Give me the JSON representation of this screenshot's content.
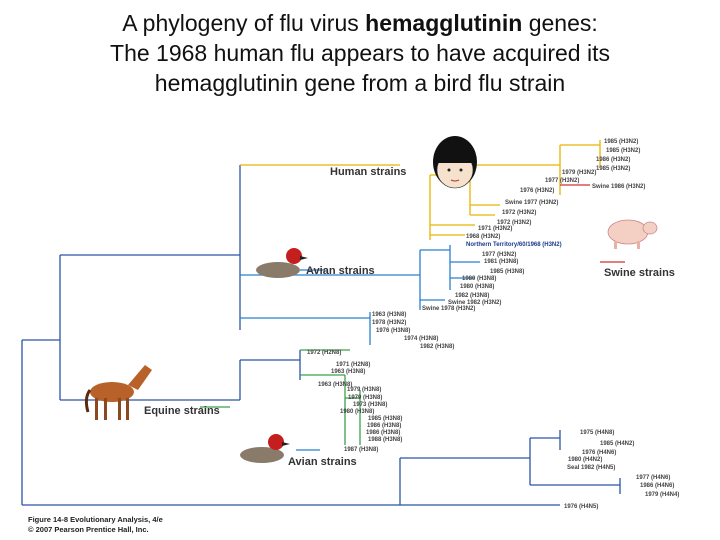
{
  "title": {
    "line1_pre": "A phylogeny of flu virus ",
    "line1_bold": "hemagglutinin",
    "line1_post": " genes:",
    "line2": "The 1968 human flu appears to have acquired its",
    "line3": "hemagglutinin gene from a bird flu strain"
  },
  "groups": {
    "human": "Human strains",
    "avian1": "Avian strains",
    "swine": "Swine strains",
    "equine": "Equine strains",
    "avian2": "Avian strains"
  },
  "colors": {
    "human": "#e8b400",
    "avian": "#2a7fd0",
    "swine": "#d23030",
    "equine": "#3aa04a",
    "other": "#2a55a8",
    "hk": "#1a3a8a"
  },
  "leaves": {
    "human": [
      "1985 (H3N2)",
      "1985 (H3N2)",
      "1986 (H3N2)",
      "1985 (H3N2)",
      "1979 (H3N2)",
      "1977 (H3N2)",
      "1976 (H3N2)",
      "Swine 1977 (H3N2)",
      "1972 (H3N2)",
      "1972 (H3N2)",
      "1971 (H3N2)",
      "1968 (H3N2)"
    ],
    "swine_right": "Swine 1986 (H3N2)",
    "hk": "Northern Territory/60/1968 (H3N2)",
    "avian1": [
      "1977 (H3N2)",
      "1981 (H3N8)",
      "1985 (H3N8)",
      "1980 (H3N8)",
      "1980 (H3N8)",
      "1982 (H3N8)",
      "Swine 1982 (H3N2)",
      "Swine 1978 (H3N2)"
    ],
    "mid": [
      "1963 (H3N8)",
      "1978 (H3N2)",
      "1976 (H3N8)",
      "1974 (H3N8)",
      "1982 (H3N8)"
    ],
    "equine": [
      "1972 (H2N8)",
      "1971 (H2N8)",
      "1963 (H3N8)",
      "1963 (H3N8)",
      "1979 (H3N8)",
      "1979 (H3N8)",
      "1973 (H3N8)",
      "1980 (H3N8)",
      "1985 (H3N8)",
      "1986 (H3N8)",
      "1986 (H3N8)",
      "1988 (H3N8)",
      "1987 (H3N8)"
    ],
    "avian2": [
      "1975 (H4N8)",
      "1985 (H4N2)",
      "1976 (H4N6)",
      "1980 (H4N2)",
      "Seal 1982 (H4N5)",
      "1977 (H4N6)",
      "1986 (H4N6)",
      "1979 (H4N4)",
      "1976 (H4N5)"
    ]
  },
  "caption": {
    "line1": "Figure 14-8 Evolutionary Analysis, 4/e",
    "line2": "© 2007 Pearson Prentice Hall, Inc."
  }
}
